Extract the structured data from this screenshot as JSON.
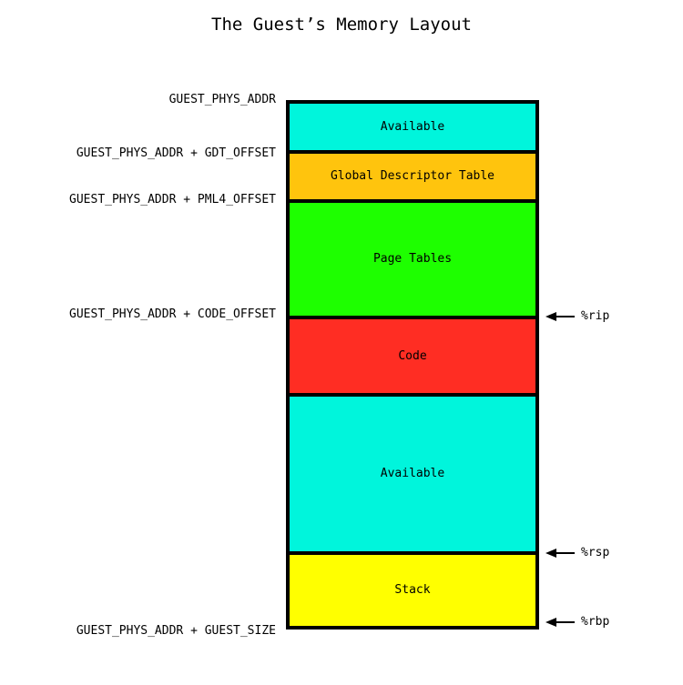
{
  "title": "The Guest’s Memory Layout",
  "colors": {
    "border": "#000000",
    "background": "#ffffff",
    "cyan": "#00F5DC",
    "gold": "#FFC40D",
    "green": "#1EFF00",
    "red": "#FF2D23",
    "yellow": "#FFFF00"
  },
  "segments": [
    {
      "label": "Available",
      "color": "#00F5DC"
    },
    {
      "label": "Global Descriptor Table",
      "color": "#FFC40D"
    },
    {
      "label": "Page Tables",
      "color": "#1EFF00"
    },
    {
      "label": "Code",
      "color": "#FF2D23"
    },
    {
      "label": "Available",
      "color": "#00F5DC"
    },
    {
      "label": "Stack",
      "color": "#FFFF00"
    }
  ],
  "address_labels": [
    "GUEST_PHYS_ADDR",
    "GUEST_PHYS_ADDR + GDT_OFFSET",
    "GUEST_PHYS_ADDR + PML4_OFFSET",
    "GUEST_PHYS_ADDR + CODE_OFFSET",
    "GUEST_PHYS_ADDR + GUEST_SIZE"
  ],
  "register_pointers": [
    {
      "label": "%rip"
    },
    {
      "label": "%rsp"
    },
    {
      "label": "%rbp"
    }
  ]
}
